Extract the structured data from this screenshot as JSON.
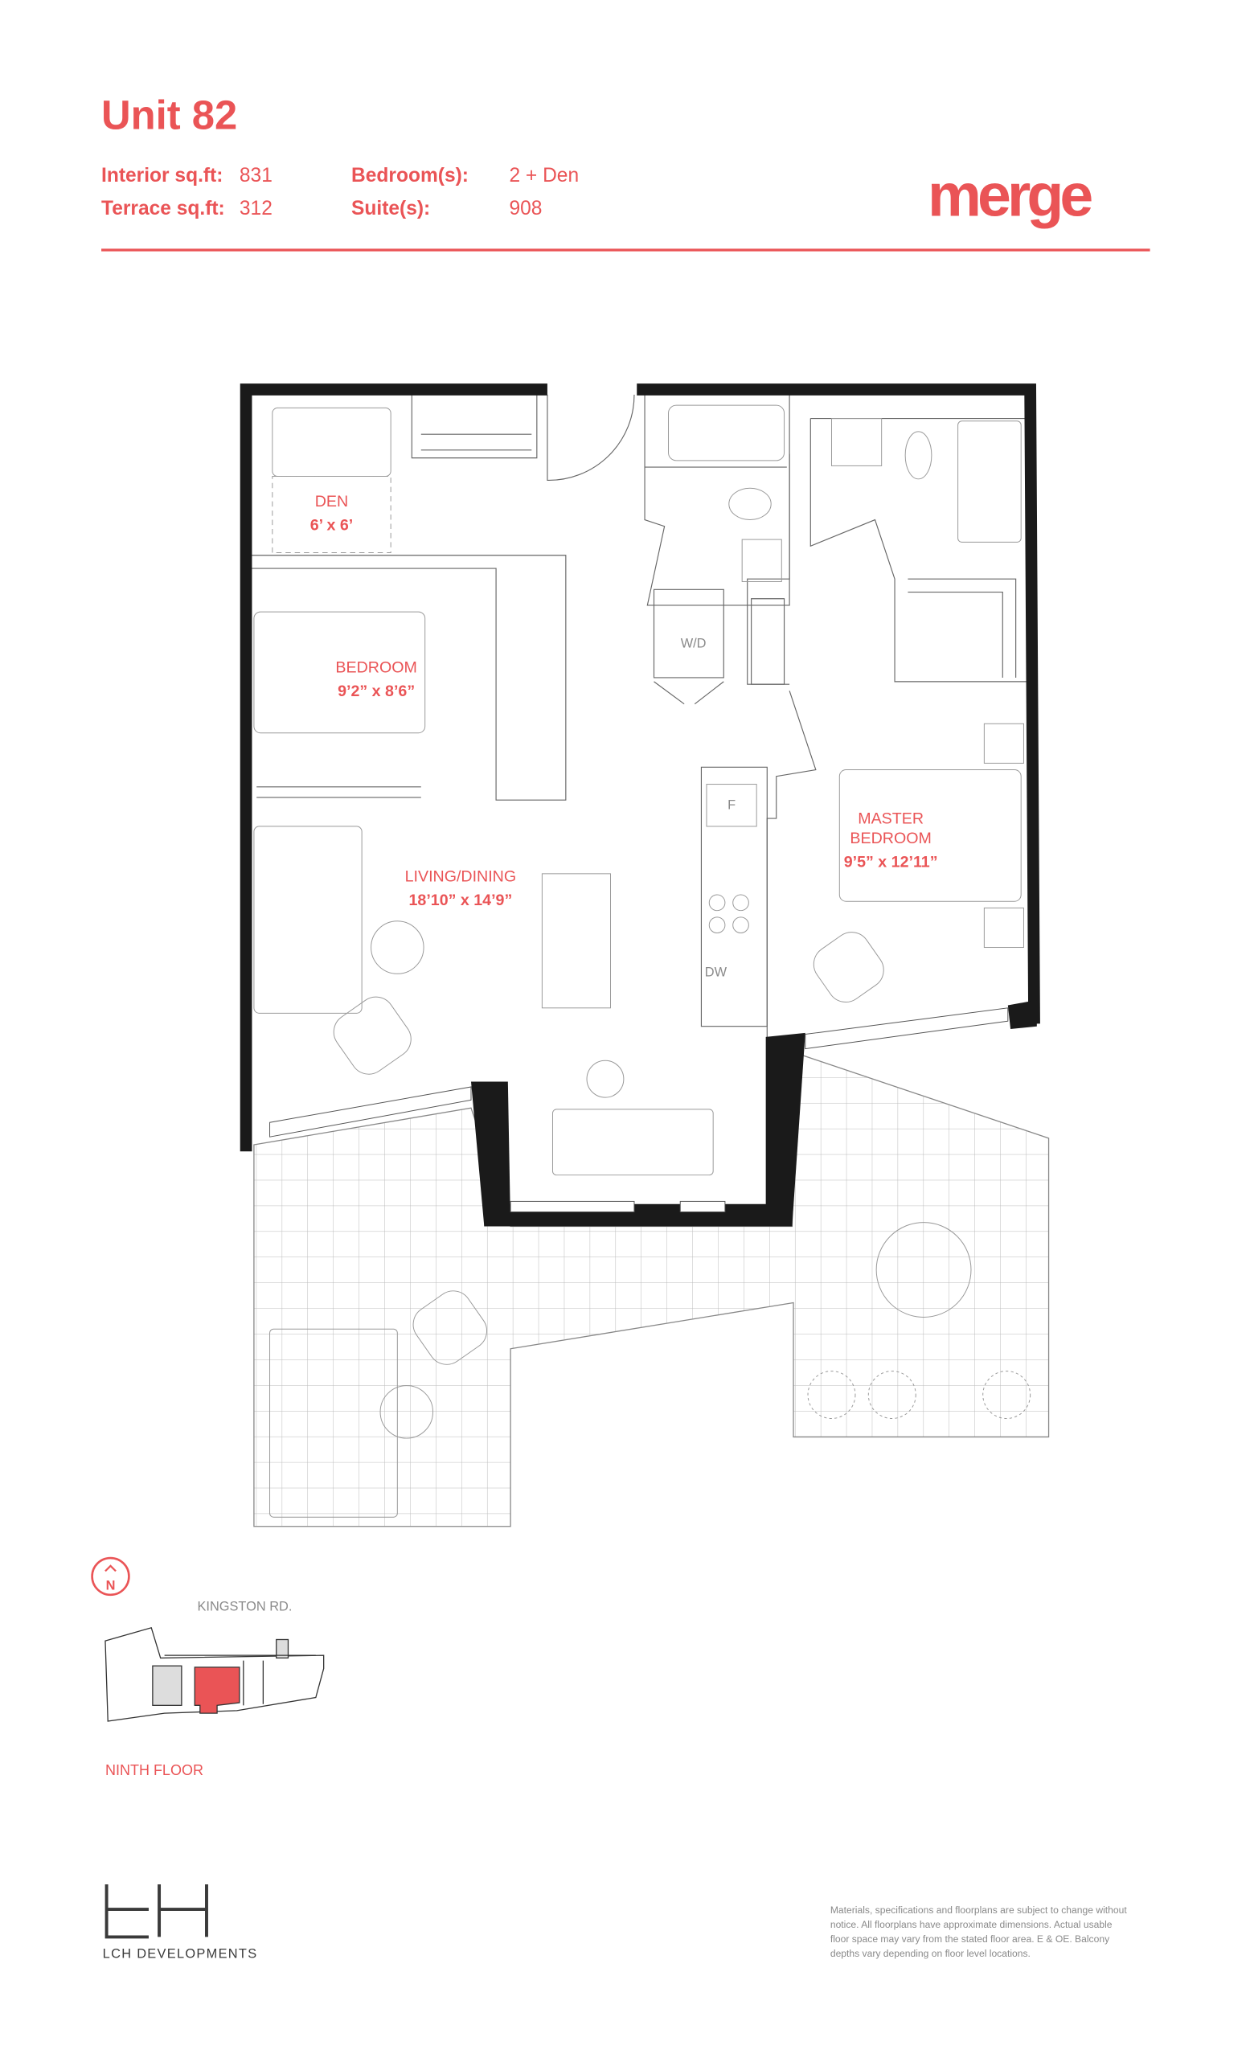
{
  "header": {
    "unit_title": "Unit 82",
    "interior_label": "Interior sq.ft:",
    "interior_value": "831",
    "terrace_label": "Terrace sq.ft:",
    "terrace_value": "312",
    "bedrooms_label": "Bedroom(s):",
    "bedrooms_value": "2 + Den",
    "suites_label": "Suite(s):",
    "suites_value": "908",
    "brand_logo": "merge"
  },
  "rooms": {
    "den": {
      "name": "DEN",
      "size": "6’ x 6’"
    },
    "bedroom": {
      "name": "BEDROOM",
      "size": "9’2” x 8’6”"
    },
    "living": {
      "name": "LIVING/DINING",
      "size": "18’10” x 14’9”"
    },
    "master": {
      "name_line1": "MASTER",
      "name_line2": "BEDROOM",
      "size": "9’5” x 12’11”"
    },
    "wd": "W/D",
    "fridge": "F",
    "dishwasher": "DW"
  },
  "keyplan": {
    "compass": "N",
    "street": "KINGSTON RD.",
    "floor": "NINTH FLOOR"
  },
  "footer": {
    "developer_logo": "LCH DEVELOPMENTS",
    "disclaimer_lines": [
      "Materials, specifications and floorplans are subject to change without",
      "notice. All floorplans have approximate dimensions. Actual usable",
      "floor space may vary from the stated floor area. E & OE. Balcony",
      "depths vary depending on floor level locations."
    ]
  },
  "colors": {
    "accent": "#ea5456",
    "wall": "#1a1a1a",
    "text_grey": "#8a8a8a"
  }
}
